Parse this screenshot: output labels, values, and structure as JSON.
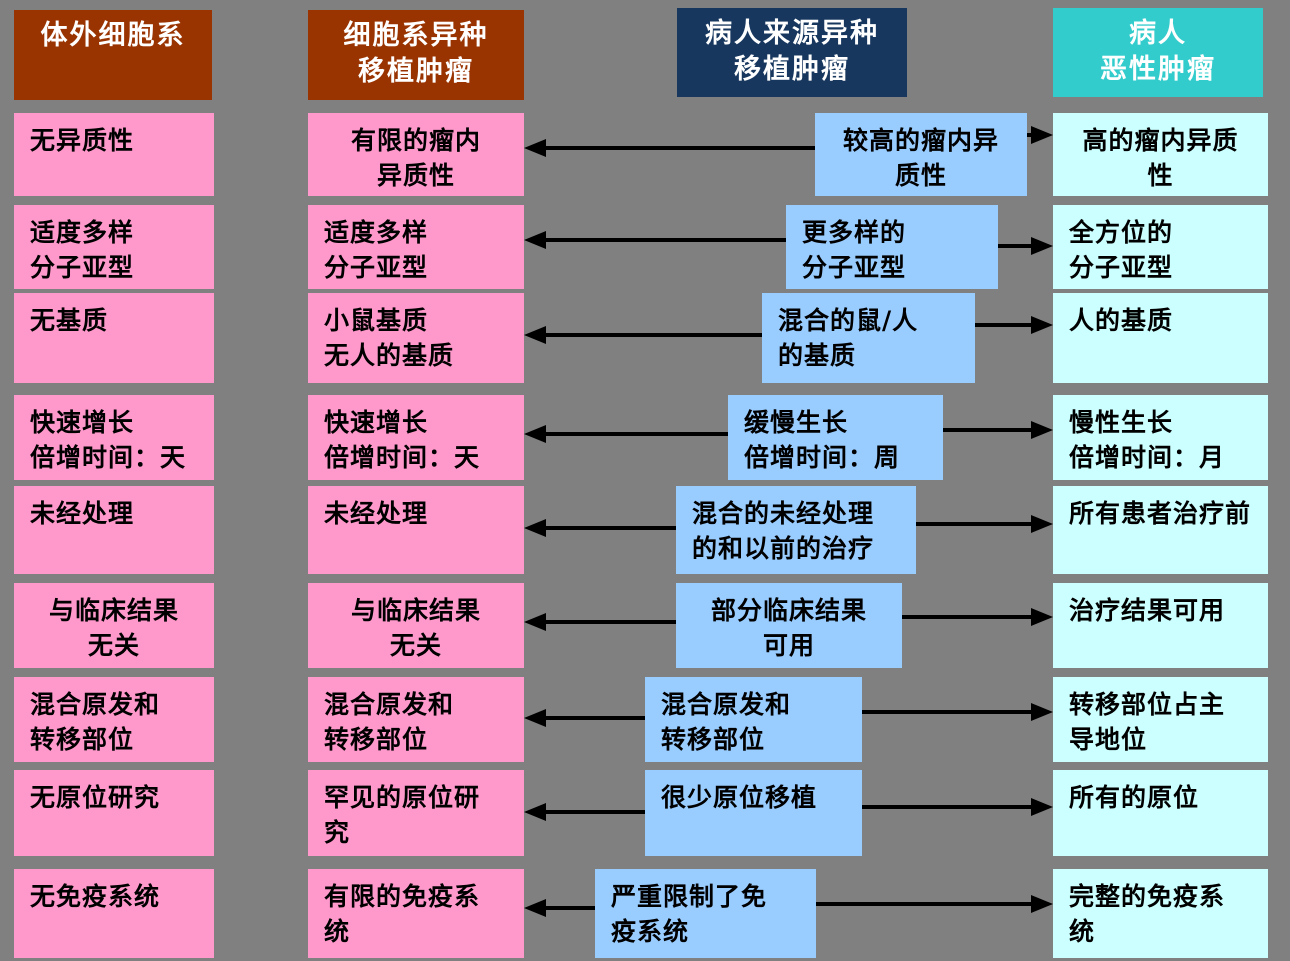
{
  "colors": {
    "background": "#808080",
    "arrow": "#000000",
    "header_text": "#FFFFFF",
    "body_text": "#000000",
    "warm_header_bg": "#993300",
    "navy_header_bg": "#17375E",
    "teal_header_bg": "#33CCCC",
    "pink_box_bg": "#FF99CC",
    "blue_box_bg": "#99CCFF",
    "cyan_box_bg": "#CCFFFF"
  },
  "columns": [
    {
      "id": "in-vitro-cell-lines",
      "header": {
        "text": "体外细胞系",
        "bg": "#993300",
        "fg": "#FFFFFF"
      },
      "box_bg": "#FF99CC",
      "boxes": [
        {
          "text": "无异质性",
          "align": "left"
        },
        {
          "text": "适度多样\n分子亚型",
          "align": "left"
        },
        {
          "text": "无基质",
          "align": "left"
        },
        {
          "text": "快速增长\n倍增时间：天",
          "align": "left"
        },
        {
          "text": "未经处理",
          "align": "left"
        },
        {
          "text": "与临床结果\n无关",
          "align": "center"
        },
        {
          "text": "混合原发和\n转移部位",
          "align": "left"
        },
        {
          "text": "无原位研究",
          "align": "left"
        },
        {
          "text": "无免疫系统",
          "align": "left"
        }
      ]
    },
    {
      "id": "cell-line-xenograft",
      "header": {
        "text": "细胞系异种\n移植肿瘤",
        "bg": "#993300",
        "fg": "#FFFFFF"
      },
      "box_bg": "#FF99CC",
      "boxes": [
        {
          "text": "有限的瘤内\n异质性",
          "align": "center"
        },
        {
          "text": "适度多样\n分子亚型",
          "align": "left"
        },
        {
          "text": "小鼠基质\n无人的基质",
          "align": "left"
        },
        {
          "text": "快速增长\n倍增时间：天",
          "align": "left"
        },
        {
          "text": "未经处理",
          "align": "left"
        },
        {
          "text": "与临床结果\n无关",
          "align": "center"
        },
        {
          "text": "混合原发和\n转移部位",
          "align": "left"
        },
        {
          "text": "罕见的原位研\n究",
          "align": "left"
        },
        {
          "text": "有限的免疫系\n统",
          "align": "left"
        }
      ]
    },
    {
      "id": "patient-derived-xenograft",
      "header": {
        "text": "病人来源异种\n移植肿瘤",
        "bg": "#17375E",
        "fg": "#FFFFFF"
      },
      "box_bg": "#99CCFF",
      "boxes": [
        {
          "text": "较高的瘤内异\n质性",
          "align": "center"
        },
        {
          "text": "更多样的\n分子亚型",
          "align": "left"
        },
        {
          "text": "混合的鼠/人\n的基质",
          "align": "left"
        },
        {
          "text": "缓慢生长\n倍增时间：周",
          "align": "left"
        },
        {
          "text": "混合的未经处理\n的和以前的治疗",
          "align": "left"
        },
        {
          "text": "部分临床结果\n可用",
          "align": "center"
        },
        {
          "text": "混合原发和\n转移部位",
          "align": "left"
        },
        {
          "text": "很少原位移植",
          "align": "left"
        },
        {
          "text": "严重限制了免\n疫系统",
          "align": "left"
        }
      ]
    },
    {
      "id": "patient-malignant-tumor",
      "header": {
        "text": "病人\n恶性肿瘤",
        "bg": "#33CCCC",
        "fg": "#FFFFFF"
      },
      "box_bg": "#CCFFFF",
      "boxes": [
        {
          "text": "高的瘤内异质\n性",
          "align": "center"
        },
        {
          "text": "全方位的\n分子亚型",
          "align": "left"
        },
        {
          "text": "人的基质",
          "align": "left"
        },
        {
          "text": "慢性生长\n倍增时间：月",
          "align": "left"
        },
        {
          "text": "所有患者治疗前",
          "align": "left"
        },
        {
          "text": "治疗结果可用",
          "align": "left"
        },
        {
          "text": "转移部位占主\n导地位",
          "align": "left"
        },
        {
          "text": "所有的原位",
          "align": "left"
        },
        {
          "text": "完整的免疫系\n统",
          "align": "left"
        }
      ]
    }
  ]
}
